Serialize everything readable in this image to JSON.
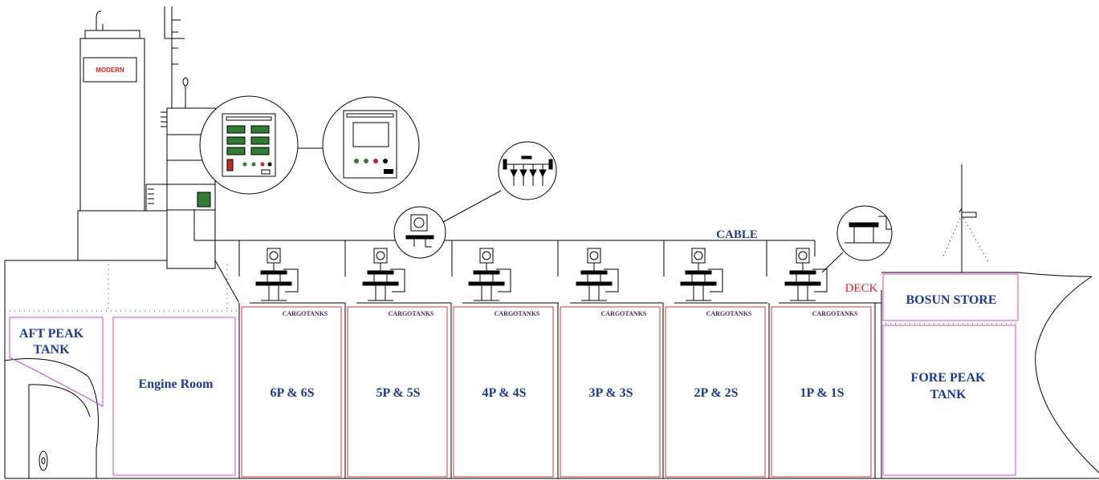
{
  "funnel_label": "MODERN",
  "cable_label": "CABLE",
  "deck_label": "DECK",
  "aft_peak": {
    "line1": "AFT PEAK",
    "line2": "TANK"
  },
  "engine_room": "Engine Room",
  "bosun_store": "BOSUN STORE",
  "fore_peak": {
    "line1": "FORE PEAK",
    "line2": "TANK"
  },
  "cargo_tanks": [
    {
      "header": "CARGOTANKS",
      "name": "6P & 6S"
    },
    {
      "header": "CARGOTANKS",
      "name": "5P & 5S"
    },
    {
      "header": "CARGOTANKS",
      "name": "4P & 4S"
    },
    {
      "header": "CARGOTANKS",
      "name": "3P & 3S"
    },
    {
      "header": "CARGOTANKS",
      "name": "2P & 2S"
    },
    {
      "header": "CARGOTANKS",
      "name": "1P & 1S"
    }
  ],
  "colors": {
    "label_blue": "#1a3a9c",
    "tank_outline": "#e03030",
    "compartment_outline": "#e040e0",
    "deck_text": "#e02020",
    "cargo_header": "#4a1e5e"
  }
}
